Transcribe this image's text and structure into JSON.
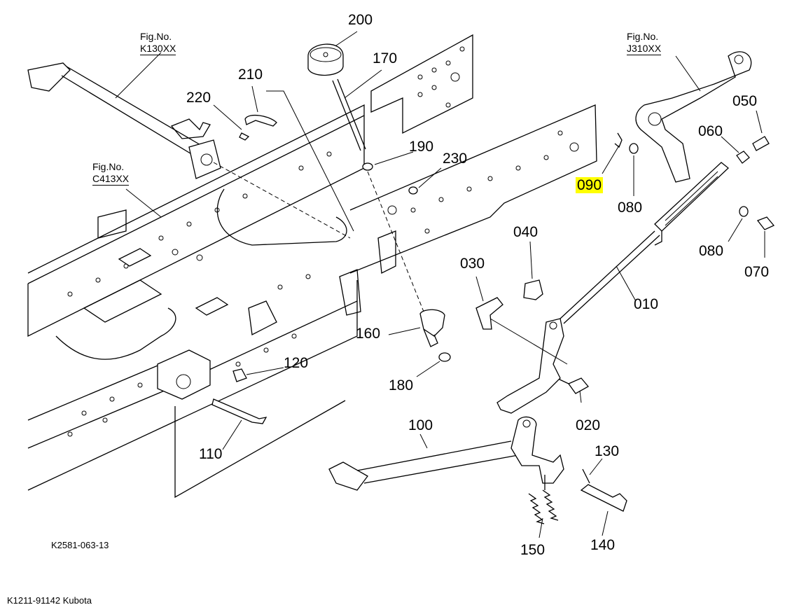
{
  "figure_refs": [
    {
      "prefix": "Fig.No.",
      "code": "K130XX"
    },
    {
      "prefix": "Fig.No.",
      "code": "J310XX"
    },
    {
      "prefix": "Fig.No.",
      "code": "C413XX"
    }
  ],
  "parts": {
    "p200": "200",
    "p170": "170",
    "p210": "210",
    "p220": "220",
    "p190": "190",
    "p230": "230",
    "p090": "090",
    "p080a": "080",
    "p080b": "080",
    "p050": "050",
    "p060": "060",
    "p070": "070",
    "p040": "040",
    "p030": "030",
    "p010": "010",
    "p160": "160",
    "p180": "180",
    "p120": "120",
    "p020": "020",
    "p110": "110",
    "p100": "100",
    "p130": "130",
    "p150": "150",
    "p140": "140"
  },
  "highlight_color": "#ffff00",
  "drawing_code": "K2581-063-13",
  "footer_text": "K1211-91142 Kubota"
}
